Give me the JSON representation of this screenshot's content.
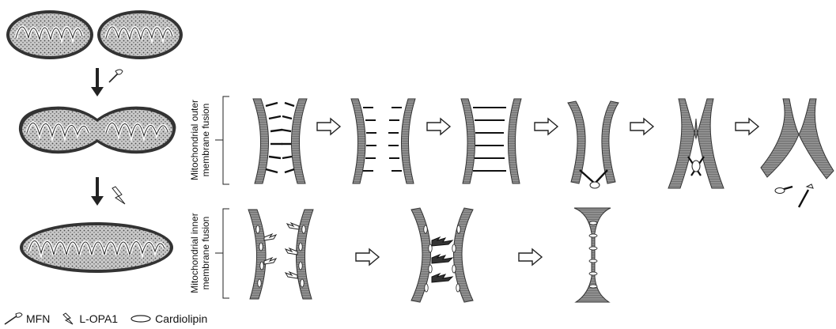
{
  "rows": {
    "outer_label_line1": "Mitochondrial outer",
    "outer_label_line2": "membrane fusion",
    "inner_label_line1": "Mitochondrial inner",
    "inner_label_line2": "membrane fusion"
  },
  "legend": {
    "mfn": "MFN",
    "lopa1": "L-OPA1",
    "cardiolipin": "Cardiolipin"
  },
  "colors": {
    "membrane_fill": "#8a8a8a",
    "membrane_stroke": "#3a3a3a",
    "organelle_fill": "#b5b5b5",
    "arrow": "#222222"
  },
  "icons": {
    "down_arrow": "down-arrow-icon",
    "right_arrow": "hollow-right-arrow-icon",
    "mfn": "mfn-icon",
    "lopa1": "lopa1-icon",
    "cardiolipin": "cardiolipin-icon"
  }
}
